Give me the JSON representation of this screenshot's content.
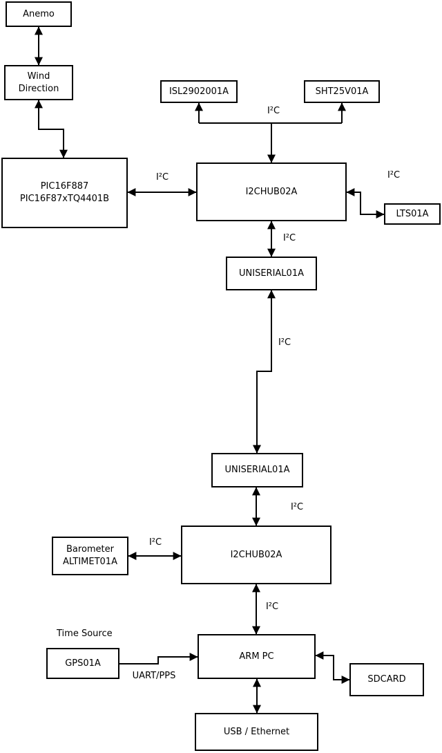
{
  "diagram": {
    "nodes": {
      "anemo": {
        "label": "Anemo"
      },
      "wind_direction": {
        "line1": "Wind",
        "line2": "Direction"
      },
      "pic": {
        "line1": "PIC16F887",
        "line2": "PIC16F87xTQ4401B"
      },
      "isl": {
        "label": "ISL2902001A"
      },
      "sht": {
        "label": "SHT25V01A"
      },
      "i2chub_top": {
        "label": "I2CHUB02A"
      },
      "lts": {
        "label": "LTS01A"
      },
      "uniserial_top": {
        "label": "UNISERIAL01A"
      },
      "uniserial_bottom": {
        "label": "UNISERIAL01A"
      },
      "i2chub_bottom": {
        "label": "I2CHUB02A"
      },
      "barometer": {
        "line1": "Barometer",
        "line2": "ALTIMET01A"
      },
      "arm_pc": {
        "label": "ARM PC"
      },
      "gps": {
        "label": "GPS01A"
      },
      "sdcard": {
        "label": "SDCARD"
      },
      "usb_ethernet": {
        "label": "USB / Ethernet"
      }
    },
    "edge_labels": {
      "i2c": "I²C",
      "uart_pps": "UART/PPS",
      "time_source": "Time Source"
    },
    "colors": {
      "line": "#000000",
      "background": "#ffffff",
      "box_fill": "#ffffff",
      "text": "#000000"
    }
  }
}
